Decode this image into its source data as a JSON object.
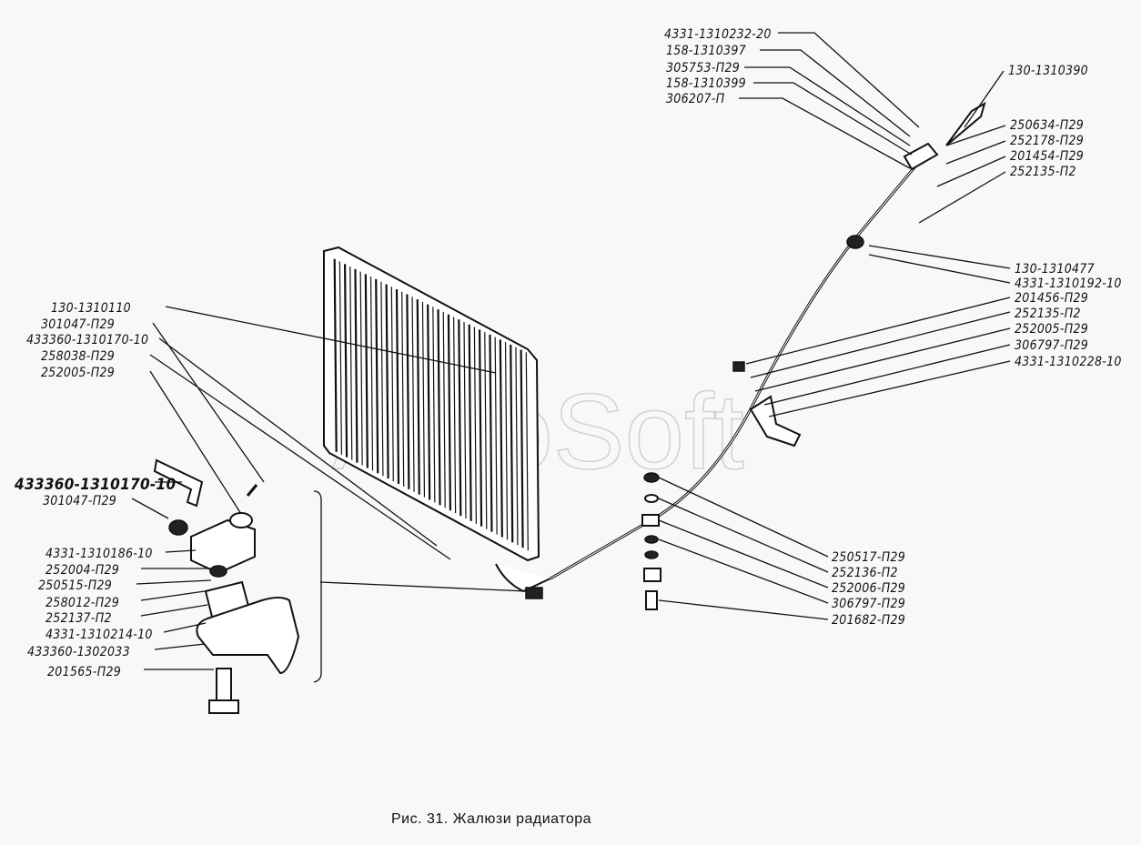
{
  "watermark": "AutoSoft",
  "caption": "Рис. 31. Жалюзи радиатора",
  "labels": {
    "top": [
      "4331-1310232-20",
      "158-1310397",
      "305753-П29",
      "158-1310399",
      "306207-П"
    ],
    "handle": "130-1310390",
    "top_right": [
      "250634-П29",
      "252178-П29",
      "201454-П29",
      "252135-П2"
    ],
    "right": [
      "130-1310477",
      "4331-1310192-10",
      "201456-П29",
      "252135-П2",
      "252005-П29",
      "306797-П29",
      "4331-1310228-10"
    ],
    "bottom_mid": [
      "250517-П29",
      "252136-П2",
      "252006-П29",
      "306797-П29",
      "201682-П29"
    ],
    "left_top": [
      "130-1310110",
      "301047-П29",
      "433360-1310170-10",
      "258038-П29",
      "252005-П29"
    ],
    "left_bottom": [
      "433360-1310170-10",
      "301047-П29",
      "4331-1310186-10",
      "252004-П29",
      "250515-П29",
      "258012-П29",
      "252137-П2",
      "4331-1310214-10",
      "433360-1302033",
      "201565-П29"
    ]
  }
}
